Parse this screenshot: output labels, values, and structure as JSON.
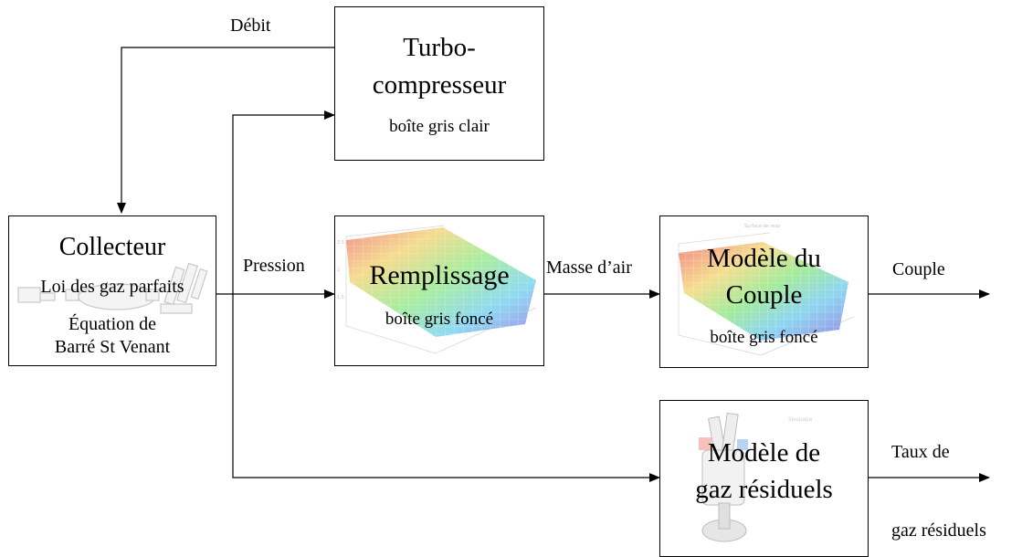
{
  "boxes": {
    "turbo": {
      "title_line1": "Turbo-",
      "title_line2": "compresseur",
      "subtitle": "boîte gris clair"
    },
    "collecteur": {
      "title": "Collecteur",
      "line1": "Loi des gaz parfaits",
      "line2": "Équation de",
      "line3": "Barré St Venant"
    },
    "remplissage": {
      "title": "Remplissage",
      "subtitle": "boîte gris foncé"
    },
    "couple": {
      "title_line1": "Modèle du",
      "title_line2": "Couple",
      "subtitle": "boîte gris foncé"
    },
    "residuels": {
      "title_line1": "Modèle de",
      "title_line2": "gaz résiduels"
    }
  },
  "signals": {
    "debit": "Débit",
    "pression": "Pression",
    "masse_air": "Masse d’air",
    "couple_out": "Couple",
    "taux_line1": "Taux de",
    "taux_line2": "gaz résiduels"
  },
  "icons": {
    "surface_plot": "response-surface-plot-icon",
    "manifold": "intake-manifold-icon",
    "engine": "engine-cylinder-icon"
  },
  "colors": {
    "surface_high": "#e85a5a",
    "surface_mid": "#8fe07a",
    "surface_low": "#8c7ce0"
  }
}
